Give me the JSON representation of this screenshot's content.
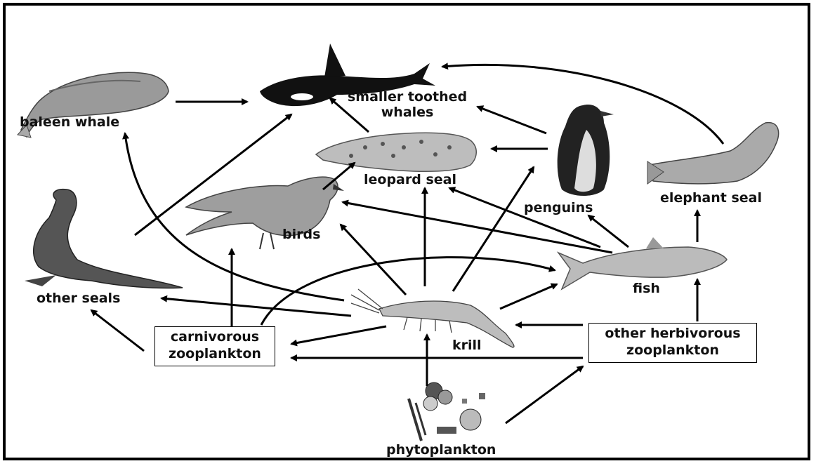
{
  "diagram": {
    "nodes": {
      "baleen_whale": "baleen whale",
      "toothed_whales_line1": "smaller toothed",
      "toothed_whales_line2": "whales",
      "leopard_seal": "leopard seal",
      "penguins": "penguins",
      "elephant_seal": "elephant seal",
      "birds": "birds",
      "other_seals": "other seals",
      "fish": "fish",
      "krill": "krill",
      "carnivorous_line1": "carnivorous",
      "carnivorous_line2": "zooplankton",
      "herbivorous_line1": "other herbivorous",
      "herbivorous_line2": "zooplankton",
      "phytoplankton": "phytoplankton"
    },
    "edges": [
      {
        "from": "baleen whale",
        "to": "smaller toothed whales"
      },
      {
        "from": "other seals",
        "to": "smaller toothed whales"
      },
      {
        "from": "leopard seal",
        "to": "smaller toothed whales"
      },
      {
        "from": "penguins",
        "to": "smaller toothed whales"
      },
      {
        "from": "elephant seal",
        "to": "smaller toothed whales"
      },
      {
        "from": "penguins",
        "to": "leopard seal"
      },
      {
        "from": "birds",
        "to": "leopard seal"
      },
      {
        "from": "krill",
        "to": "leopard seal"
      },
      {
        "from": "krill",
        "to": "penguins"
      },
      {
        "from": "krill",
        "to": "birds"
      },
      {
        "from": "krill",
        "to": "baleen whale"
      },
      {
        "from": "krill",
        "to": "other seals"
      },
      {
        "from": "krill",
        "to": "fish"
      },
      {
        "from": "krill",
        "to": "carnivorous zooplankton"
      },
      {
        "from": "fish",
        "to": "birds"
      },
      {
        "from": "fish",
        "to": "leopard seal"
      },
      {
        "from": "fish",
        "to": "penguins"
      },
      {
        "from": "fish",
        "to": "elephant seal"
      },
      {
        "from": "carnivorous zooplankton",
        "to": "birds"
      },
      {
        "from": "carnivorous zooplankton",
        "to": "other seals"
      },
      {
        "from": "carnivorous zooplankton",
        "to": "fish"
      },
      {
        "from": "other herbivorous zooplankton",
        "to": "fish"
      },
      {
        "from": "other herbivorous zooplankton",
        "to": "krill"
      },
      {
        "from": "other herbivorous zooplankton",
        "to": "carnivorous zooplankton"
      },
      {
        "from": "phytoplankton",
        "to": "krill"
      },
      {
        "from": "phytoplankton",
        "to": "other herbivorous zooplankton"
      }
    ]
  }
}
